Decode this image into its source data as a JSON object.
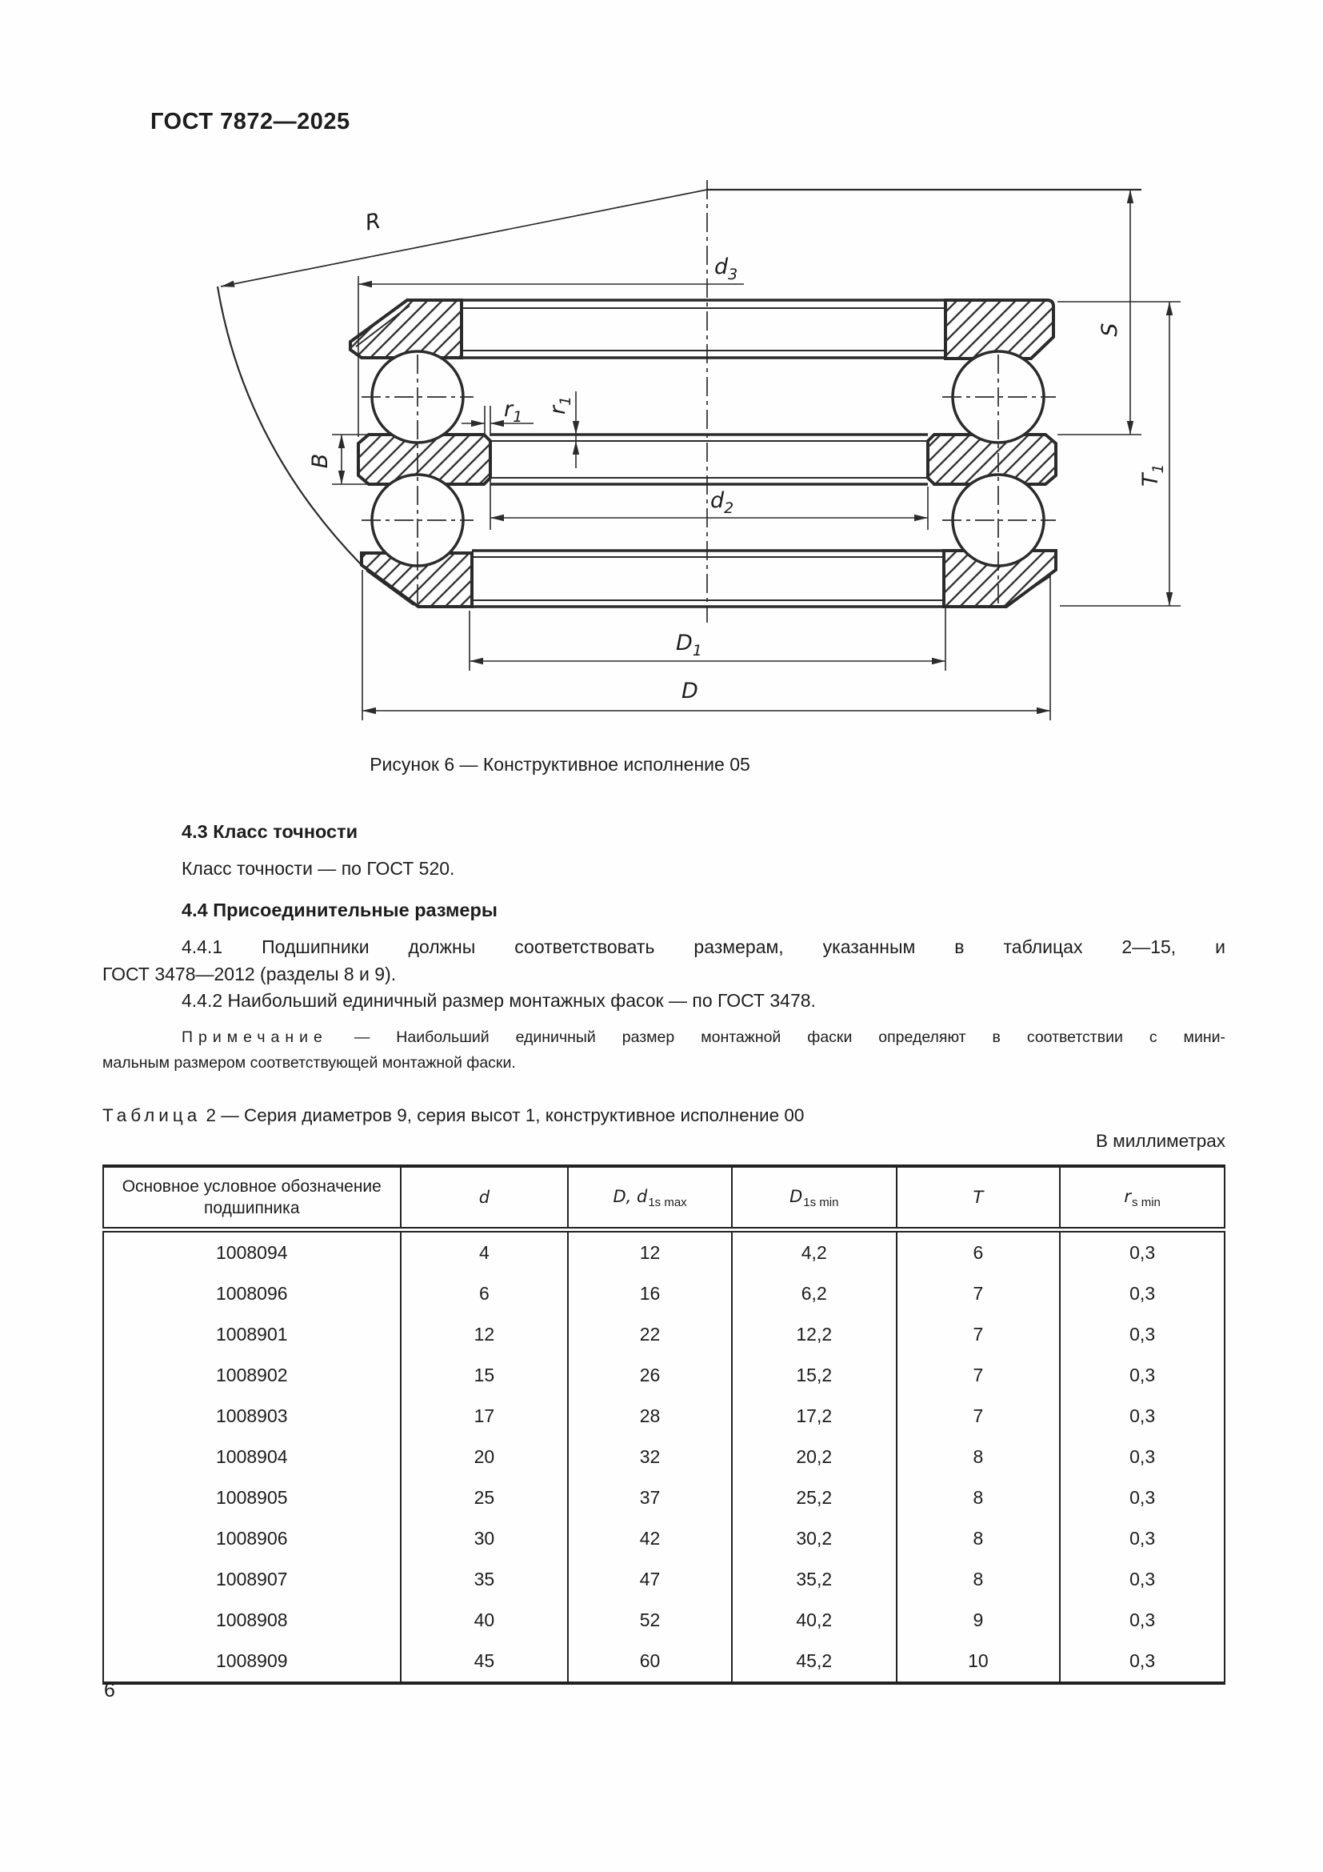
{
  "doc": {
    "standard": "ГОСТ 7872—2025",
    "page_number": "6"
  },
  "figure": {
    "caption": "Рисунок 6 — Конструктивное исполнение 05",
    "labels": {
      "R": "R",
      "d3": {
        "base": "d",
        "sub": "3"
      },
      "d2": {
        "base": "d",
        "sub": "2"
      },
      "D1": {
        "base": "D",
        "sub": "1"
      },
      "D": "D",
      "S": "S",
      "T1": {
        "base": "T",
        "sub": "1"
      },
      "B": "B",
      "r1": {
        "base": "r",
        "sub": "1"
      }
    }
  },
  "sections": {
    "s43_title": "4.3  Класс точности",
    "s43_body": "Класс точности — по ГОСТ 520.",
    "s44_title": "4.4  Присоединительные размеры",
    "p441_line1": "4.4.1 Подшипники должны соответствовать размерам, указанным в таблицах 2—15, и",
    "p441_line2": "ГОСТ 3478—2012 (разделы 8 и 9).",
    "p442": "4.4.2  Наибольший единичный размер монтажных фасок — по ГОСТ 3478.",
    "note_label": "Примечание",
    "note_line1": " — Наибольший единичный размер монтажной фаски определяют в соответствии с мини-",
    "note_line2": "мальным размером соответствующей монтажной фаски."
  },
  "table": {
    "caption_word": "Таблица",
    "caption_rest": " 2 — Серия диаметров 9, серия высот 1, конструктивное исполнение 00",
    "units": "В миллиметрах",
    "headers": {
      "col1": "Основное условное обозначение подшипника",
      "col2": "d",
      "col3_base": "D, d",
      "col3_sub": "1s max",
      "col4_base": "D",
      "col4_sub": "1s min",
      "col5": "T",
      "col6_base": "r",
      "col6_sub": "s min"
    },
    "rows": [
      [
        "1008094",
        "4",
        "12",
        "4,2",
        "6",
        "0,3"
      ],
      [
        "1008096",
        "6",
        "16",
        "6,2",
        "7",
        "0,3"
      ],
      [
        "1008901",
        "12",
        "22",
        "12,2",
        "7",
        "0,3"
      ],
      [
        "1008902",
        "15",
        "26",
        "15,2",
        "7",
        "0,3"
      ],
      [
        "1008903",
        "17",
        "28",
        "17,2",
        "7",
        "0,3"
      ],
      [
        "1008904",
        "20",
        "32",
        "20,2",
        "8",
        "0,3"
      ],
      [
        "1008905",
        "25",
        "37",
        "25,2",
        "8",
        "0,3"
      ],
      [
        "1008906",
        "30",
        "42",
        "30,2",
        "8",
        "0,3"
      ],
      [
        "1008907",
        "35",
        "47",
        "35,2",
        "8",
        "0,3"
      ],
      [
        "1008908",
        "40",
        "52",
        "40,2",
        "9",
        "0,3"
      ],
      [
        "1008909",
        "45",
        "60",
        "45,2",
        "10",
        "0,3"
      ]
    ]
  }
}
